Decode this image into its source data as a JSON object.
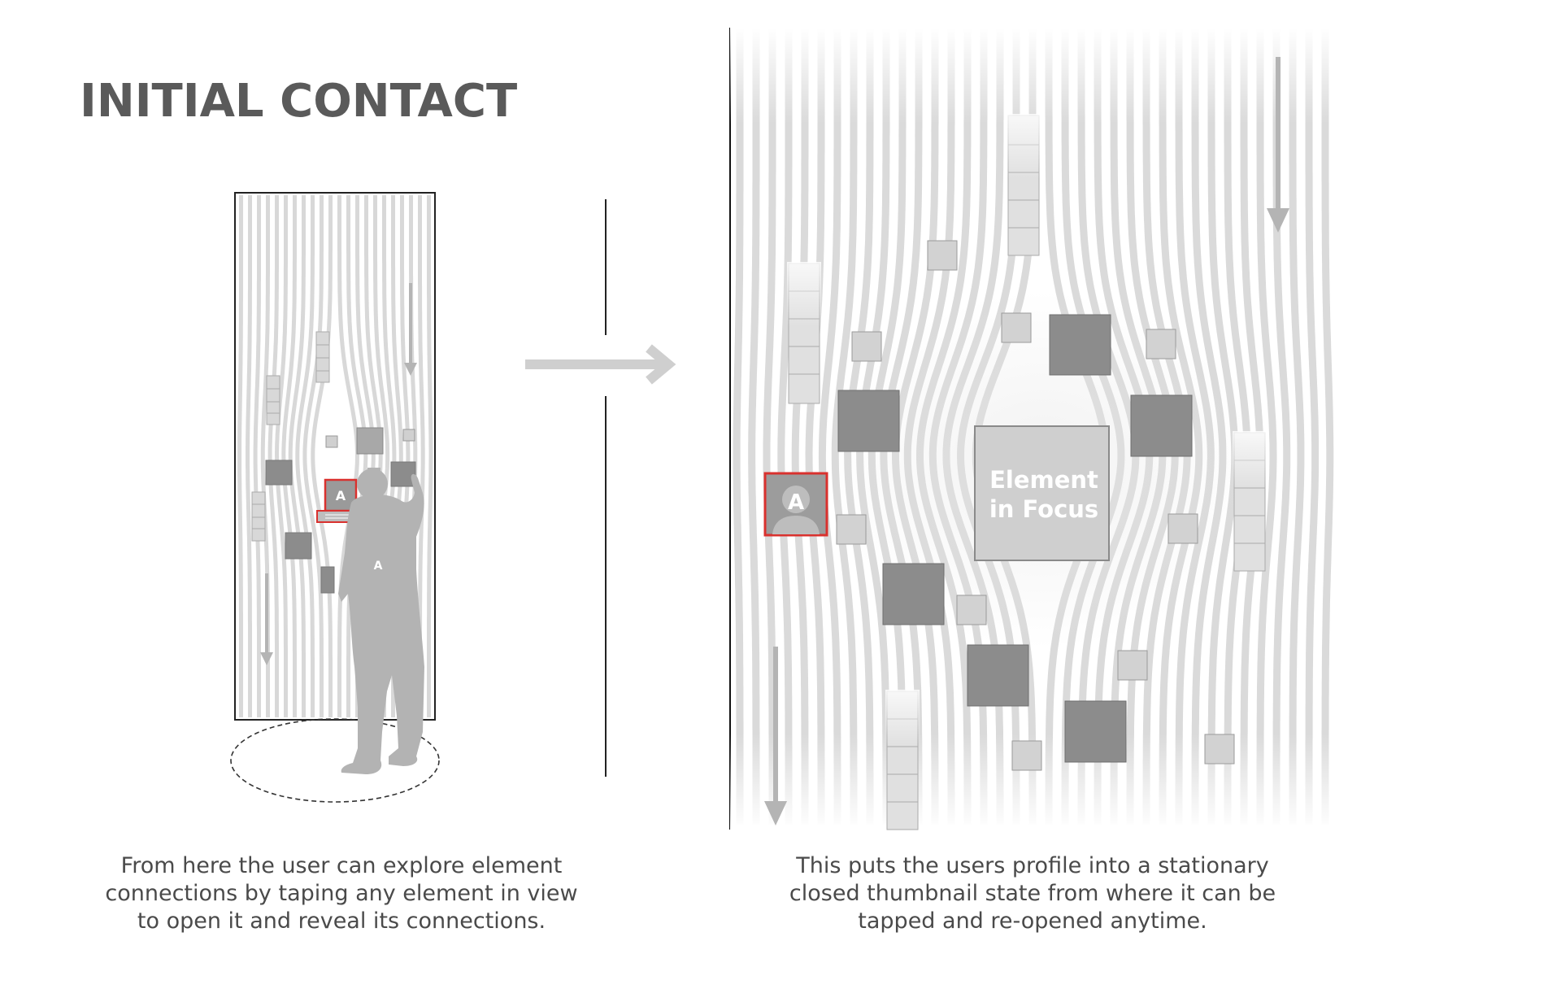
{
  "title": "INITIAL CONTACT",
  "left_caption": [
    "From here the user can explore element",
    "connections by taping any element in view",
    "to open it and reveal its connections."
  ],
  "right_caption": [
    "This puts the users profile into a stationary",
    "closed thumbnail state from where it can be",
    "tapped and re-opened anytime."
  ],
  "focus_label": [
    "Element",
    "in Focus"
  ],
  "profile_letter": "A",
  "person_letter": "A",
  "colors": {
    "highlight": "#d9312e",
    "dark_tile": "#8c8c8c",
    "light_tile": "#d2d2d2",
    "stripe": "#d9d9d9",
    "text": "#4a4a4a"
  }
}
